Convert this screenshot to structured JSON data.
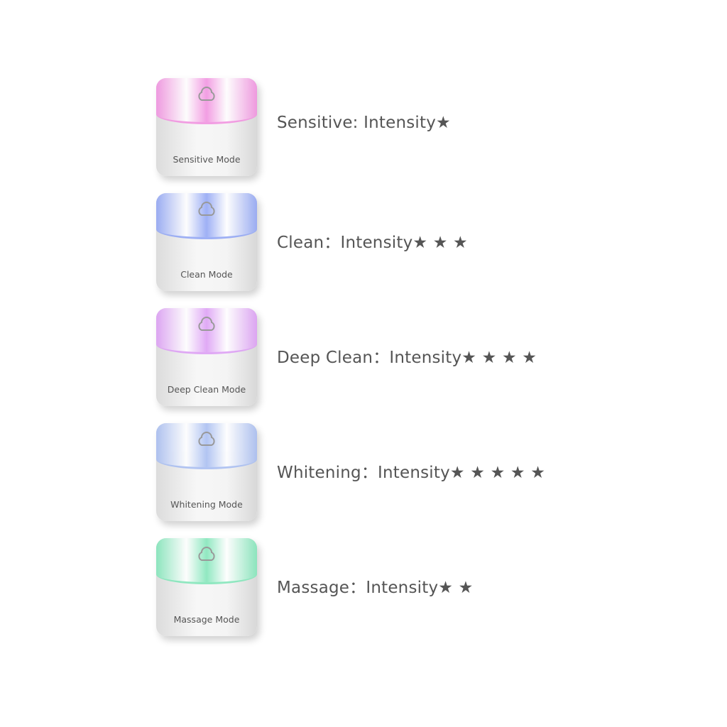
{
  "modes": [
    {
      "tile_label": "Sensitive Mode",
      "text": "Sensitive: Intensity★",
      "color": "#f28fe0"
    },
    {
      "tile_label": "Clean Mode",
      "text": "Clean：Intensity★ ★ ★",
      "color": "#8fa4f5"
    },
    {
      "tile_label": "Deep Clean Mode",
      "text": "Deep Clean：Intensity★ ★ ★ ★",
      "color": "#dc9cf5"
    },
    {
      "tile_label": "Whitening Mode",
      "text": "Whitening：Intensity★ ★ ★ ★ ★",
      "color": "#a6bcf2"
    },
    {
      "tile_label": "Massage Mode",
      "text": "Massage：Intensity★ ★",
      "color": "#7fe6b8"
    }
  ]
}
